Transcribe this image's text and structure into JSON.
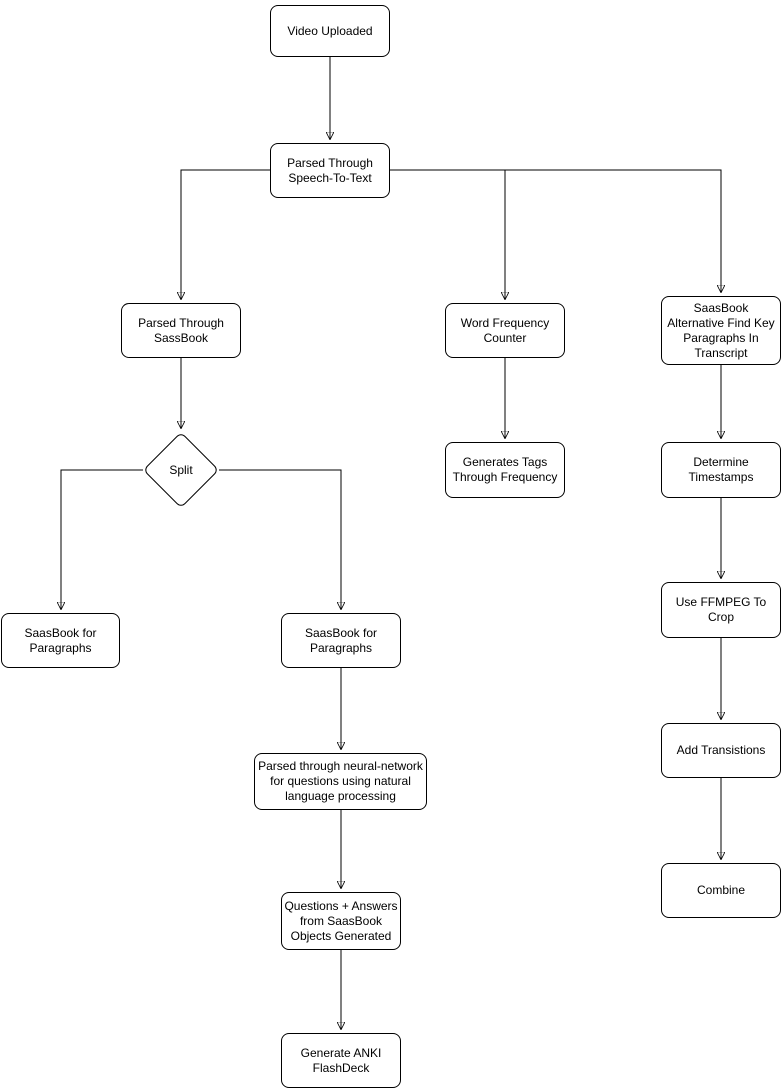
{
  "diagram": {
    "background_color": "#ffffff",
    "node_fill_color": "#ffffff",
    "node_border_color": "#000000",
    "connector_color": "#000000",
    "nodes": {
      "video_uploaded": "Video Uploaded",
      "speech_to_text": "Parsed Through Speech-To-Text",
      "parsed_sassbook": "Parsed Through SassBook",
      "word_frequency": "Word Frequency Counter",
      "saasbook_alternative": "SaasBook Alternative Find Key Paragraphs In Transcript",
      "split": "Split",
      "saasbook_paragraphs_left": "SaasBook for Paragraphs",
      "saasbook_paragraphs_right": "SaasBook for Paragraphs",
      "generates_tags": "Generates Tags Through Frequency",
      "determine_timestamps": "Determine Timestamps",
      "neural_network": "Parsed through neural-network for questions using natural language processing",
      "use_ffmpeg": "Use FFMPEG To Crop",
      "questions_answers": "Questions + Answers from SaasBook Objects Generated",
      "add_transitions": "Add Transistions",
      "generate_anki": "Generate ANKI FlashDeck",
      "combine": "Combine"
    },
    "edges": [
      {
        "from": "video_uploaded",
        "to": "speech_to_text"
      },
      {
        "from": "speech_to_text",
        "to": "parsed_sassbook"
      },
      {
        "from": "speech_to_text",
        "to": "word_frequency"
      },
      {
        "from": "speech_to_text",
        "to": "saasbook_alternative"
      },
      {
        "from": "parsed_sassbook",
        "to": "split"
      },
      {
        "from": "split",
        "to": "saasbook_paragraphs_left"
      },
      {
        "from": "split",
        "to": "saasbook_paragraphs_right"
      },
      {
        "from": "saasbook_paragraphs_right",
        "to": "neural_network"
      },
      {
        "from": "neural_network",
        "to": "questions_answers"
      },
      {
        "from": "questions_answers",
        "to": "generate_anki"
      },
      {
        "from": "word_frequency",
        "to": "generates_tags"
      },
      {
        "from": "saasbook_alternative",
        "to": "determine_timestamps"
      },
      {
        "from": "determine_timestamps",
        "to": "use_ffmpeg"
      },
      {
        "from": "use_ffmpeg",
        "to": "add_transitions"
      },
      {
        "from": "add_transitions",
        "to": "combine"
      }
    ]
  }
}
